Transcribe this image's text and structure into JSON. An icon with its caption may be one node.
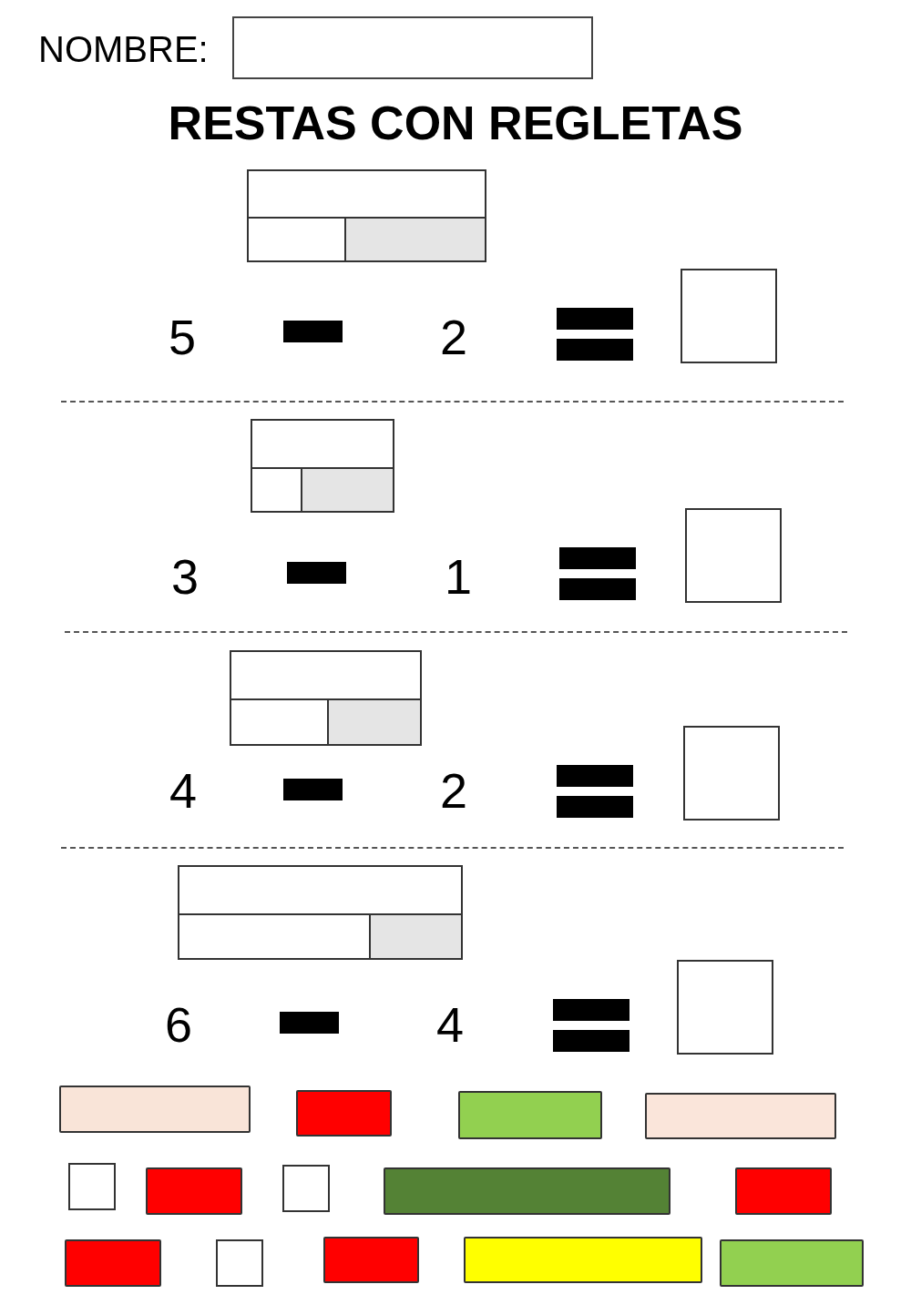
{
  "diagram": {
    "title": "RESTAS CON REGLETAS",
    "nodes": [
      {
        "text": [],
        "shape": "bar"
      },
      {
        "text": [],
        "shape": "bar"
      },
      {
        "text": [],
        "shape": "bar"
      },
      {
        "text": [],
        "shape": "bar"
      },
      {
        "text": [],
        "shape": "box"
      },
      {
        "text": [],
        "shape": "bar"
      },
      {
        "text": [],
        "shape": "box"
      },
      {
        "text": [],
        "shape": "bar"
      },
      {
        "text": [],
        "shape": "bar"
      },
      {
        "text": [],
        "shape": "bar"
      },
      {
        "text": [],
        "shape": "box"
      },
      {
        "text": [],
        "shape": "bar"
      },
      {
        "text": [],
        "shape": "bar"
      },
      {
        "text": [],
        "shape": "bar"
      }
    ],
    "labels": [
      "NOMBRE:",
      "5",
      "2",
      "3",
      "1",
      "4",
      "2",
      "6",
      "4"
    ]
  }
}
